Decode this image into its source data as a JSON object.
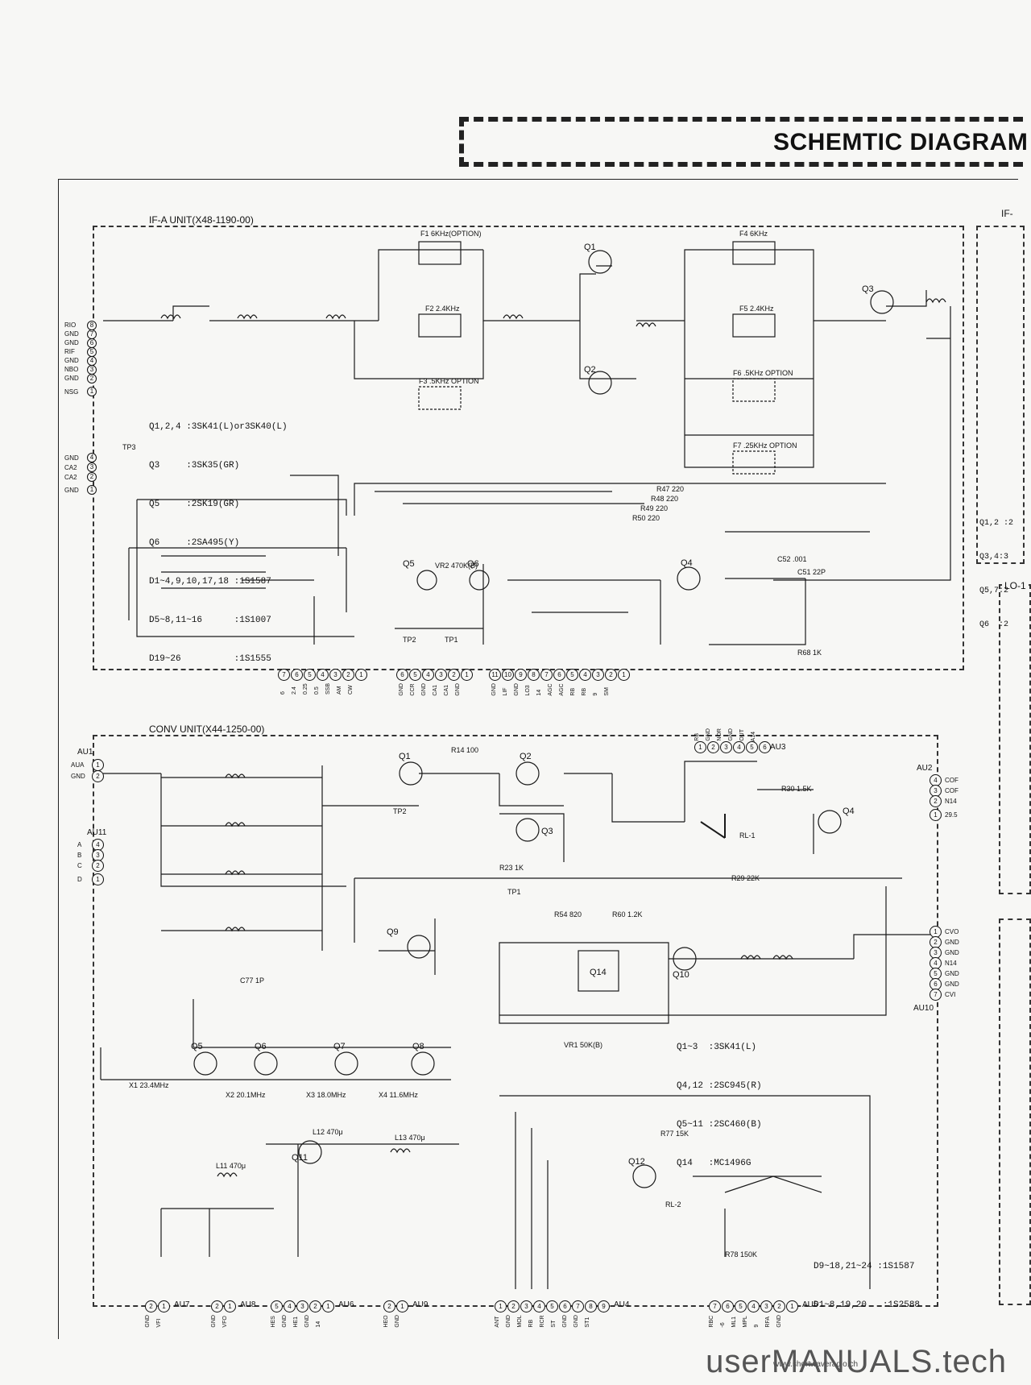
{
  "header": {
    "title": "SCHEMTIC DIAGRAM"
  },
  "units": {
    "if_a": {
      "label": "IF-A UNIT(X48-1190-00)"
    },
    "conv": {
      "label": "CONV UNIT(X44-1250-00)"
    },
    "right_partial": {
      "label": "IF-"
    },
    "lo_partial": {
      "label": "LO-1"
    }
  },
  "legends": {
    "if_a": [
      "Q1,2,4 :3SK41(L)or3SK40(L)",
      "Q3     :3SK35(GR)",
      "Q5     :2SK19(GR)",
      "Q6     :2SA495(Y)",
      "D1~4,9,10,17,18 :1S1587",
      "D5~8,11~16      :1S1007",
      "D19~26          :1S1555"
    ],
    "conv_transistors": [
      "Q1~3  :3SK41(L)",
      "Q4,12 :2SC945(R)",
      "Q5~11 :2SC460(B)",
      "Q14   :MC1496G"
    ],
    "conv_diodes": [
      "D9~18,21~24 :1S1587",
      "D1~8,19,20   :1S2588"
    ],
    "right_partial": [
      "Q1,2 :2",
      "Q3,4:3",
      "Q5,7:2",
      "Q6  :2"
    ]
  },
  "connectors": {
    "if_a_left": [
      "RIO",
      "GND",
      "GND",
      "RIF",
      "GND",
      "NBO",
      "GND",
      "NSG"
    ],
    "if_a_left2": [
      "GND",
      "CA2",
      "CA2",
      "GND"
    ],
    "if_a_bottom1": [
      "6",
      "2.4",
      "0.25",
      "0.5",
      "SSB",
      "AM",
      "CW"
    ],
    "if_a_bottom2": [
      "GND",
      "CCR",
      "GND",
      "CA1",
      "CA1",
      "GND"
    ],
    "if_a_bottom3": [
      "GND",
      "LIF",
      "GND",
      "LO3",
      "14",
      "AGC",
      "AGC",
      "RB",
      "RB",
      "9",
      "SM"
    ],
    "conv_au1": [
      "AUA",
      "GND"
    ],
    "conv_au11": [
      "A",
      "B",
      "C",
      "D"
    ],
    "conv_au3": [
      "RB",
      "GND",
      "NOR",
      "GND",
      "OUT",
      "A14"
    ],
    "conv_au2": [
      "COF",
      "COF",
      "N14",
      "29.5"
    ],
    "conv_au10": [
      "CVO",
      "GND",
      "GND",
      "N14",
      "GND",
      "GND",
      "CVI"
    ],
    "conv_au7": [
      "GND",
      "VFI"
    ],
    "conv_au8": [
      "GND",
      "VFO"
    ],
    "conv_au6": [
      "HES",
      "GND",
      "HE1",
      "GND",
      "14"
    ],
    "conv_au9": [
      "HEO",
      "GND"
    ],
    "conv_au4": [
      "ANT",
      "GND",
      "MOL",
      "RB",
      "RCR",
      "ST",
      "GND",
      "GND",
      "ST1"
    ],
    "conv_au5": [
      "RBC",
      "-6",
      "ML1",
      "MPL",
      "9",
      "RFA",
      "GND"
    ]
  },
  "tags": {
    "au1": "AU1",
    "au11": "AU11",
    "au3": "AU3",
    "au2": "AU2",
    "au10": "AU10",
    "au7": "AU7",
    "au8": "AU8",
    "au6": "AU6",
    "au9": "AU9",
    "au4": "AU4",
    "au5": "AU5",
    "tp1": "TP1",
    "tp2": "TP2",
    "tp3": "TP3",
    "f1": "F1 6KHz(OPTION)",
    "f2": "F2 2.4KHz",
    "f3": "F3 .5KHz OPTION",
    "f4": "F4 6KHz",
    "f5": "F5 2.4KHz",
    "f6": "F6 .5KHz OPTION",
    "f7": "F7 .25KHz OPTION",
    "q1": "Q1",
    "q2": "Q2",
    "q3": "Q3",
    "q4": "Q4",
    "q5": "Q5",
    "q6": "Q6",
    "cq1": "Q1",
    "cq2": "Q2",
    "cq3": "Q3",
    "cq4": "Q4",
    "cq5": "Q5",
    "cq6": "Q6",
    "cq7": "Q7",
    "cq8": "Q8",
    "cq9": "Q9",
    "cq10": "Q10",
    "cq11": "Q11",
    "cq12": "Q12",
    "cq14": "Q14",
    "rl1": "RL-1",
    "rl2": "RL-2",
    "vr1": "VR1 50K(B)",
    "vr2": "VR2 470K(B)",
    "x1": "X1 23.4MHz",
    "x2": "X2 20.1MHz",
    "x3": "X3 18.0MHz",
    "x4": "X4 11.6MHz",
    "r29": "R29 22K",
    "r30": "R30 1.5K",
    "r14": "R14 100",
    "r23": "R23 1K",
    "r54": "R54 820",
    "r60": "R60 1.2K",
    "c77": "C77 1P",
    "l11": "L11 470μ",
    "l12": "L12 470μ",
    "l13": "L13 470μ",
    "r77": "R77 15K",
    "r78": "R78 150K",
    "c51": "C51 22P",
    "c52": "C52 .001",
    "r68": "R68 1K",
    "r47": "R47 220",
    "r48": "R48 220",
    "r49": "R49 220",
    "r50": "R50 220"
  },
  "watermark": {
    "main": "userMANUALS.tech",
    "small": "www.shortwaveradio.ch"
  }
}
